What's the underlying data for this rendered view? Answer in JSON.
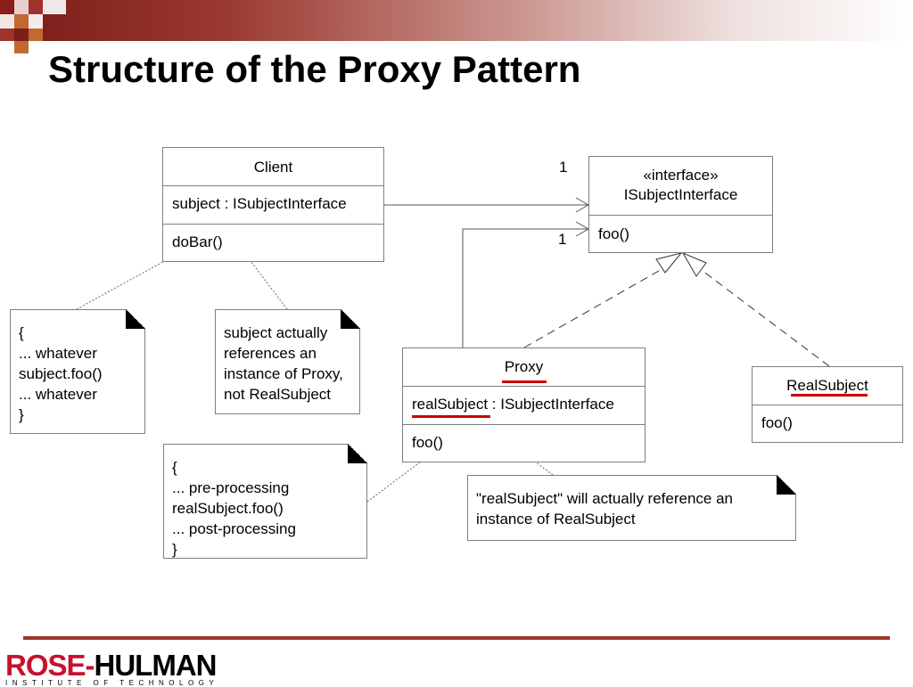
{
  "slide": {
    "title": "Structure of the Proxy Pattern"
  },
  "classes": {
    "client": {
      "name": "Client",
      "attribute": "subject : ISubjectInterface",
      "operation": "doBar()"
    },
    "subject_interface": {
      "stereotype": "«interface»",
      "name": "ISubjectInterface",
      "operation": "foo()"
    },
    "proxy": {
      "name": "Proxy",
      "attribute": "realSubject : ISubjectInterface",
      "operation": "foo()"
    },
    "real_subject": {
      "name": "RealSubject",
      "operation": "foo()"
    }
  },
  "multiplicities": {
    "client_to_interface": "1",
    "proxy_to_interface": "1"
  },
  "notes": {
    "client_dobar": [
      "{",
      "... whatever",
      "subject.foo()",
      "... whatever",
      "}"
    ],
    "client_subject": [
      "subject actually",
      "references an",
      "instance of Proxy,",
      "not RealSubject"
    ],
    "proxy_foo": [
      "{",
      "... pre-processing",
      "realSubject.foo()",
      "... post-processing",
      "}"
    ],
    "proxy_realsubject": [
      "\"realSubject\" will actually reference an",
      "instance of RealSubject"
    ]
  },
  "footer": {
    "logo_rose": "ROSE-",
    "logo_hulman": "HULMAN",
    "logo_subtitle": "INSTITUTE OF TECHNOLOGY"
  },
  "colors": {
    "accent_red": "#cc0000",
    "header_maroon": "#7a1a18",
    "rule_maroon": "#a0322a",
    "box_border": "#7f7f7f"
  }
}
